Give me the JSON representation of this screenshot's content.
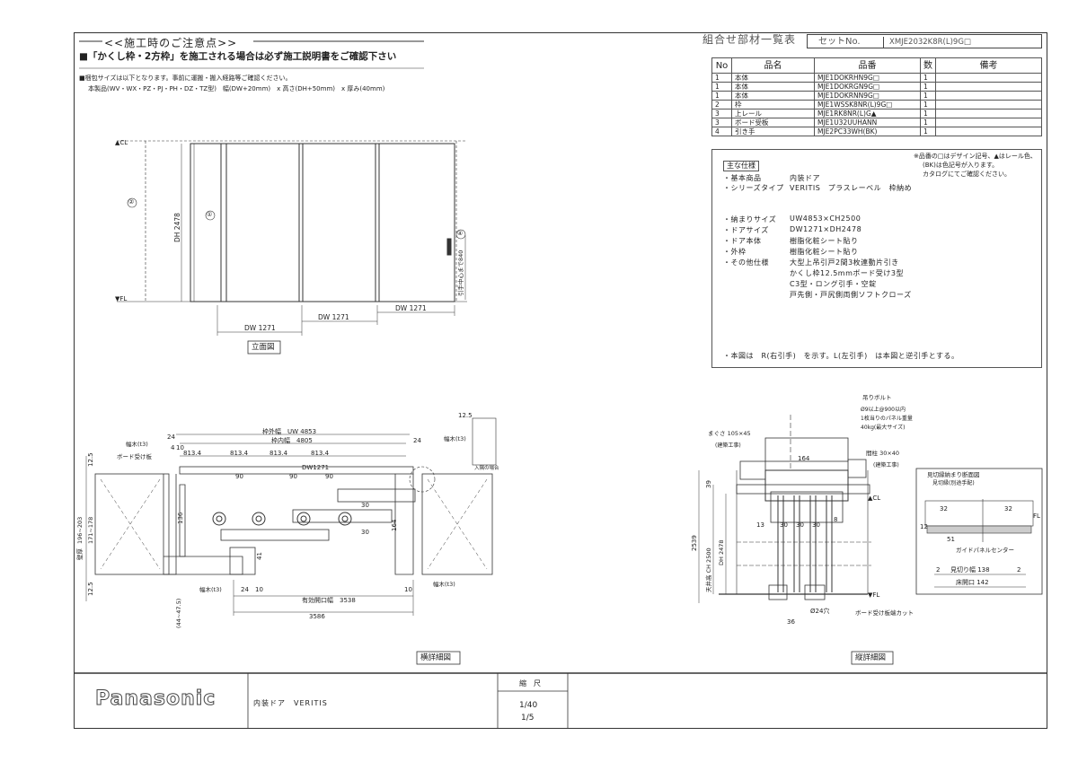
{
  "header": {
    "notice_title": "<<施工時のご注意点>>",
    "notice_bold": "■「かくし枠・2方枠」を施工される場合は必ず施工説明書をご確認下さい",
    "notice_1": "■梱包サイズは以下となります。事前に運搬・搬入経路等ご確認ください。",
    "notice_2": "本製品(WV・WX・PZ・PJ・PH・DZ・TZ型)　幅(DW+20mm)　x 高さ(DH+50mm)　x 厚み(40mm)"
  },
  "set_header": {
    "title": "組合せ部材一覧表",
    "set_label": "セットNo.",
    "set_no": "XMJE2032K8R(L)9G□"
  },
  "parts_table": {
    "headers": [
      "No",
      "品名",
      "品番",
      "数",
      "備考"
    ],
    "rows": [
      {
        "no": "1",
        "name": "本体",
        "code": "MJE1DOKRHN9G□",
        "qty": "1",
        "note": ""
      },
      {
        "no": "1",
        "name": "本体",
        "code": "MJE1DOKRGN9G□",
        "qty": "1",
        "note": ""
      },
      {
        "no": "1",
        "name": "本体",
        "code": "MJE1DOKRNN9G□",
        "qty": "1",
        "note": ""
      },
      {
        "no": "2",
        "name": "枠",
        "code": "MJE1WSSK8NR(L)9G□",
        "qty": "1",
        "note": ""
      },
      {
        "no": "3",
        "name": "上レール",
        "code": "MJE1RK8NR(L)G▲",
        "qty": "1",
        "note": ""
      },
      {
        "no": "3",
        "name": "ボード受板",
        "code": "MJE1U32UUHANN",
        "qty": "1",
        "note": ""
      },
      {
        "no": "4",
        "name": "引き手",
        "code": "MJE2PC33WH(BK)",
        "qty": "1",
        "note": ""
      }
    ]
  },
  "spec": {
    "label": "主な仕様",
    "note_1": "※品番の□はデザイン記号、▲はレール色、",
    "note_2": "(BK)は色記号が入ります。",
    "note_3": "カタログにてご確認ください。",
    "base_key": "・基本商品",
    "base_val": "内装ドア",
    "series_key": "・シリーズタイプ",
    "series_val": "VERITIS　プラスレーベル　枠納め",
    "size_key": "・納まりサイズ",
    "size_val": "UW4853×CH2500",
    "door_size_key": "・ドアサイズ",
    "door_size_val": "DW1271×DH2478",
    "body_key": "・ドア本体",
    "body_val": "樹脂化粧シート貼り",
    "frame_key": "・外枠",
    "frame_val": "樹脂化粧シート貼り",
    "other_key": "・その他仕様",
    "other_1": "大型上吊引戸2間3枚連動片引き",
    "other_2": "かくし枠12.5mmボード受け3型",
    "other_3": "C3型・ロング引手・空錠",
    "other_4": "戸先側・戸尻側両側ソフトクローズ",
    "footnote": "・本図は　R(右引手)　を示す。L(左引手)　は本図と逆引手とする。"
  },
  "elevation": {
    "label": "立面図",
    "cl": "▲CL",
    "fl": "▼FL",
    "dh": "DH 2478",
    "dw1": "DW 1271",
    "dw2": "DW 1271",
    "dw3": "DW 1271",
    "handle": "引手中心まで840",
    "c1": "①",
    "c2": "②",
    "c4": "④"
  },
  "plan": {
    "label": "横詳細図",
    "uw": "枠外幅　UW 4853",
    "inner": "枠内幅　4805",
    "dw": "DW1271",
    "d813": "813.4",
    "d90": "90",
    "d24": "24",
    "d10": "10",
    "d4": "4",
    "d12_5": "12.5",
    "opening": "有効開口幅　3538",
    "total": "3586",
    "d136": "136",
    "d164": "164",
    "d41": "41",
    "d30": "30",
    "wall": "壁厚",
    "wall_range": "196~203",
    "wall_range2": "171~178",
    "wall_thick": "(44~47.5)",
    "beam": "幅木(t3)",
    "board_rail": "ボード受け板",
    "enlarge": "入隅の場合"
  },
  "section": {
    "label": "縦詳細図",
    "bolt": "吊りボルト",
    "bolt_spec_1": "Ø9以上@900以内",
    "bolt_spec_2": "1枚当りのパネル重量",
    "bolt_spec_3": "40kg(最大サイズ)",
    "mag": "まぐさ 105×45",
    "construction": "(建築工事)",
    "stud": "間柱 30×40",
    "construction2": "(建築工事)",
    "d164": "164",
    "d39": "39",
    "h2539": "2539",
    "ch2500": "天井高 CH 2500",
    "dh2478": "DH 2478",
    "cl": "▲CL",
    "fl": "▼FL",
    "d24": "Ø24穴",
    "d36": "36",
    "d13": "13",
    "d30": "30",
    "d8": "8",
    "board_cut": "ボード受け板端カット",
    "guide": "ガイドパネルセンター",
    "detail_title": "見切縁納まり断面図",
    "detail_sub": "見切縁(別途手配)",
    "d32": "32",
    "d51": "51",
    "d138": "見切り幅 138",
    "d142": "床開口 142",
    "d12": "12",
    "d2": "2",
    "fl2": "FL"
  },
  "title_block": {
    "brand": "Panasonic",
    "product": "内装ドア　VERITIS",
    "scale_label": "縮　尺",
    "scale_1": "1/40",
    "scale_2": "1/5"
  }
}
